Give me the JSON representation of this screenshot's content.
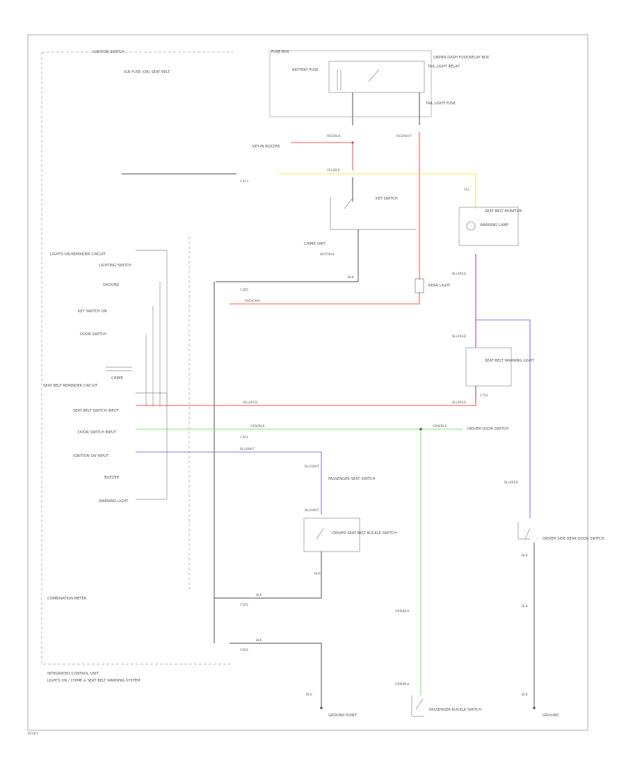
{
  "colors": {
    "red": "#f25a5a",
    "yellow": "#f0e85a",
    "green": "#7adf7a",
    "blue": "#7a7af2",
    "violet": "#b060c8",
    "black": "#6a6a6a"
  },
  "labels": {
    "ignition_switch": "IGNITION SWITCH",
    "igniter_fuse_text": "IGN FUSE (OR) SEAT BELT",
    "fuse_box": "FUSE BOX",
    "battery_fuse": "BATTERY FUSE",
    "taillight_relay": "TAIL LIGHT RELAY",
    "dash_fuse_box": "UNDER-DASH FUSE/RELAY BOX",
    "tail_fuse": "TAIL LIGHT FUSE",
    "key_buzzer": "KEY-IN BUZZER",
    "door_switch": "DOOR SWITCH",
    "key_switch": "KEY SWITCH",
    "chime_unit": "CHIME UNIT",
    "seat_belt_monitor": "SEAT BELT MONITOR",
    "rear_light": "REAR LIGHT",
    "key_switch_on": "KEY SWITCH ON",
    "ground": "GROUND",
    "lights_on_reminder": "LIGHTS ON REMINDER CIRCUIT",
    "lighting_switch": "LIGHTING SWITCH",
    "chime": "CHIME",
    "seat_belt_reminder": "SEAT BELT REMINDER CIRCUIT",
    "seat_belt_switch": "SEAT BELT SWITCH INPUT",
    "door_switch_input": "DOOR SWITCH INPUT",
    "ignition_input": "IGNITION SW INPUT",
    "buzzer": "BUZZER",
    "warning_lamp": "WARNING LAMP",
    "combination_meter": "COMBINATION METER",
    "seat_belt_warning_light": "SEAT BELT WARNING LIGHT",
    "warning_light_unit": "WARNING LIGHT",
    "door_sw_driver": "DRIVER DOOR SWITCH",
    "passenger_sw": "PASSENGER SEAT SWITCH",
    "buckle_sw_driver": "DRIVER SEAT BELT BUCKLE SWITCH",
    "rear_door_lamp": "DRIVER SIDE REAR DOOR SWITCH",
    "ground_point_right": "GROUND POINT",
    "buckle_sw_passenger": "PASSENGER BUCKLE SWITCH",
    "integrated_control_unit": "INTEGRATED CONTROL UNIT",
    "lights_on_chime": "LIGHTS ON / CHIME & SEAT BELT WARNING SYSTEM",
    "corner_tag": "85281"
  },
  "wire_codes": {
    "red_blk": "RED/BLK",
    "red_wht": "RED/WHT",
    "yel_blk": "YEL/BLK",
    "blu_red": "BLU/RED",
    "grn_blk": "GRN/BLK",
    "blu_wht": "BLU/WHT",
    "blk": "BLK",
    "red_grn": "RED/GRN",
    "yel": "YEL",
    "wht_blk": "WHT/BLK",
    "c413": "C413",
    "c405": "C405",
    "c301": "C301",
    "c502": "C502",
    "c602": "C602",
    "c701": "C701"
  }
}
